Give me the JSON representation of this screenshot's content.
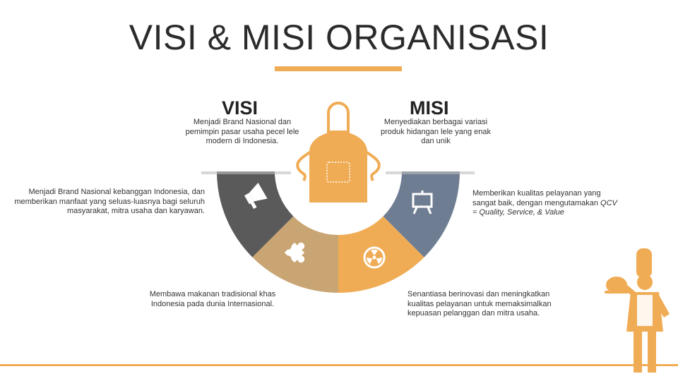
{
  "title": "VISI & MISI ORGANISASI",
  "visi": {
    "heading": "VISI",
    "text": "Menjadi Brand Nasional dan pemimpin pasar usaha pecel lele modern di Indonesia."
  },
  "misi": {
    "heading": "MISI",
    "text": "Menyediakan berbagai variasi produk hidangan lele yang enak dan unik"
  },
  "points": {
    "left": "Menjadi Brand Nasional kebanggan Indonesia, dan memberikan manfaat yang seluas-luasnya bagi seluruh masyarakat, mitra usaha dan karyawan.",
    "bottom_left": "Membawa makanan tradisional khas Indonesia pada dunia Internasional.",
    "right": "Memberikan kualitas pelayanan yang sangat baik, dengan mengutamakan QCV = Quality, Service, & Value",
    "bottom_right": "Senantiasa berinovasi dan meningkatkan kualitas pelayanan untuk memaksimalkan kepuasan pelanggan dan mitra usaha."
  },
  "colors": {
    "accent": "#f0ac55",
    "segment_dark": "#5a5a5a",
    "segment_tan": "#c9a574",
    "segment_orange": "#f0ac55",
    "segment_slate": "#6f7d93"
  },
  "icons": [
    "megaphone-icon",
    "puzzle-icon",
    "radiation-icon",
    "presentation-board-icon",
    "apron-icon",
    "chef-icon"
  ]
}
